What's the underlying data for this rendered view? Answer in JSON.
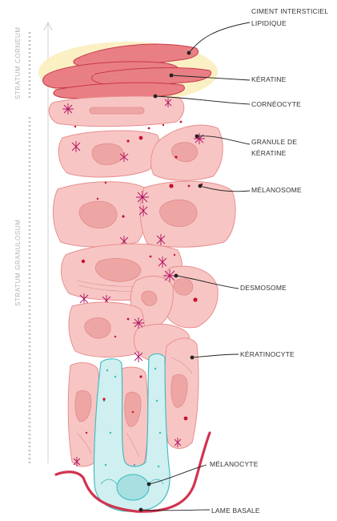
{
  "labels": {
    "ciment_line1": "CIMENT INTERSTICIEL",
    "ciment_line2": "LIPIDIQUE",
    "keratine": "KÉRATINE",
    "corneocyte": "CORNÉOCYTE",
    "granule_line1": "GRANULE DE",
    "granule_line2": "KÉRATINE",
    "melanosome": "MÉLANOSOME",
    "desmosome": "DESMOSOME",
    "keratinocyte": "KÉRATINOCYTE",
    "melanocyte": "MÉLANOCYTE",
    "lame_basale": "LAME BASALE"
  },
  "layers": {
    "stratum_corneum": "STRATUM CORNEUM",
    "stratum_granulosum": "STRATUM GRANULOSUM"
  },
  "colors": {
    "cell_fill": "#f7c6c4",
    "keratin_fill": "#e97f84",
    "lipid_cement": "#fbf0c4",
    "melanocyte_fill": "#cfeff0",
    "melanocyte_stroke": "#3bb8bd",
    "basal_lamina": "#d2334f",
    "granule": "#c8102e",
    "desmosome": "#b01060"
  }
}
